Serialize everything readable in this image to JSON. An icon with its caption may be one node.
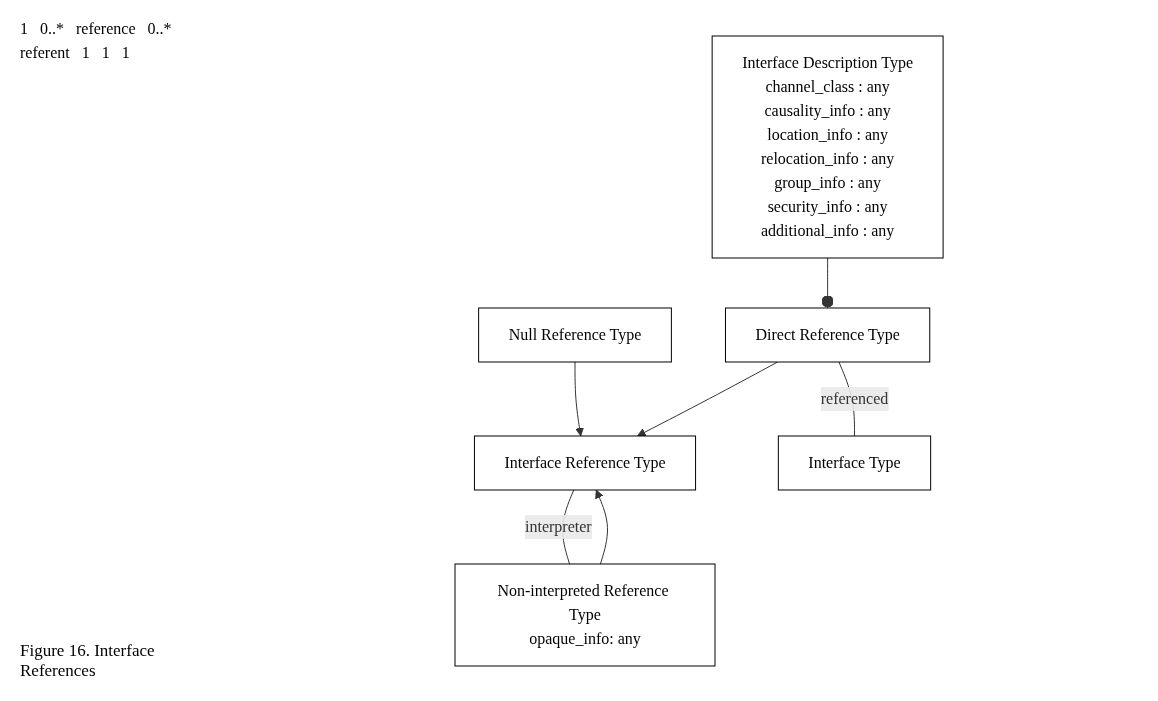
{
  "diagram": {
    "caption": "Figure 16. Interface References",
    "nodes": [
      {
        "text": [
          "Interface Reference Type"
        ]
      },
      {
        "text": [
          "Null Reference Type"
        ]
      },
      {
        "text": [
          "Direct Reference Type"
        ]
      },
      {
        "text": [
          "Non-interpreted Reference Type",
          "opaque_info: any"
        ]
      },
      {
        "text": [
          "Interface Type"
        ]
      },
      {
        "text": [
          "Interface Description Type",
          "channel_class : any",
          "causality_info : any",
          "location_info : any",
          "relocation_info : any",
          "group_info : any",
          "security_info : any",
          "additional_info : any"
        ]
      }
    ],
    "edges": [
      {
        "from": 1,
        "to": 0,
        "arrow": "to"
      },
      {
        "from": 2,
        "to": 0,
        "arrow": "to"
      },
      {
        "from": 3,
        "to": 0,
        "arrow": "to"
      },
      {
        "from": 0,
        "to": 3,
        "arrow": "none",
        "label": "interpreter"
      },
      {
        "from": 2,
        "to": 4,
        "arrow": "none",
        "label": "referenced"
      },
      {
        "from": 2,
        "to": 5,
        "arrow": "other"
      }
    ],
    "labels": [
      "1",
      "0..*",
      "reference",
      "0..*",
      "referent",
      "1",
      "1",
      "1"
    ]
  }
}
